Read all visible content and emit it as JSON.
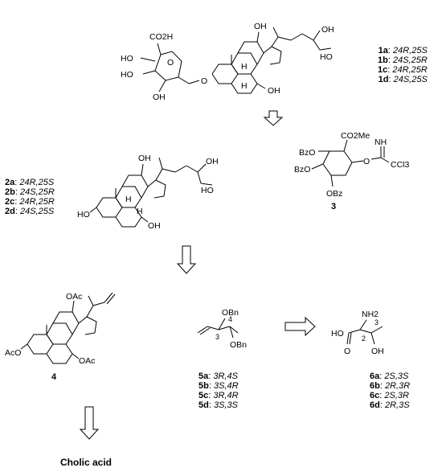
{
  "compounds": {
    "c1": {
      "labels": [
        {
          "id": "1a",
          "config": "24R,25S"
        },
        {
          "id": "1b",
          "config": "24S,25R"
        },
        {
          "id": "1c",
          "config": "24R,25R"
        },
        {
          "id": "1d",
          "config": "24S,25S"
        }
      ]
    },
    "c2": {
      "labels": [
        {
          "id": "2a",
          "config": "24R,25S"
        },
        {
          "id": "2b",
          "config": "24S,25R"
        },
        {
          "id": "2c",
          "config": "24R,25R"
        },
        {
          "id": "2d",
          "config": "24S,25S"
        }
      ]
    },
    "c3": {
      "id": "3"
    },
    "c4": {
      "id": "4"
    },
    "c5": {
      "labels": [
        {
          "id": "5a",
          "config": "3R,4S"
        },
        {
          "id": "5b",
          "config": "3S,4R"
        },
        {
          "id": "5c",
          "config": "3R,4R"
        },
        {
          "id": "5d",
          "config": "3S,3S"
        }
      ]
    },
    "c6": {
      "labels": [
        {
          "id": "6a",
          "config": "2S,3S"
        },
        {
          "id": "6b",
          "config": "2R,3R"
        },
        {
          "id": "6c",
          "config": "2S,3R"
        },
        {
          "id": "6d",
          "config": "2R,3S"
        }
      ]
    }
  },
  "atoms": {
    "oh": "OH",
    "ho": "HO",
    "h": "H",
    "o": "O",
    "co2h": "CO2H",
    "co2me": "CO2Me",
    "bzo": "BzO",
    "obz": "OBz",
    "nh": "NH",
    "ccl3": "CCl3",
    "oac": "OAc",
    "aco": "AcO",
    "obn": "OBn",
    "nh2": "NH2",
    "n3": "3",
    "n4": "4",
    "n2": "2"
  },
  "final_product": "Cholic acid"
}
